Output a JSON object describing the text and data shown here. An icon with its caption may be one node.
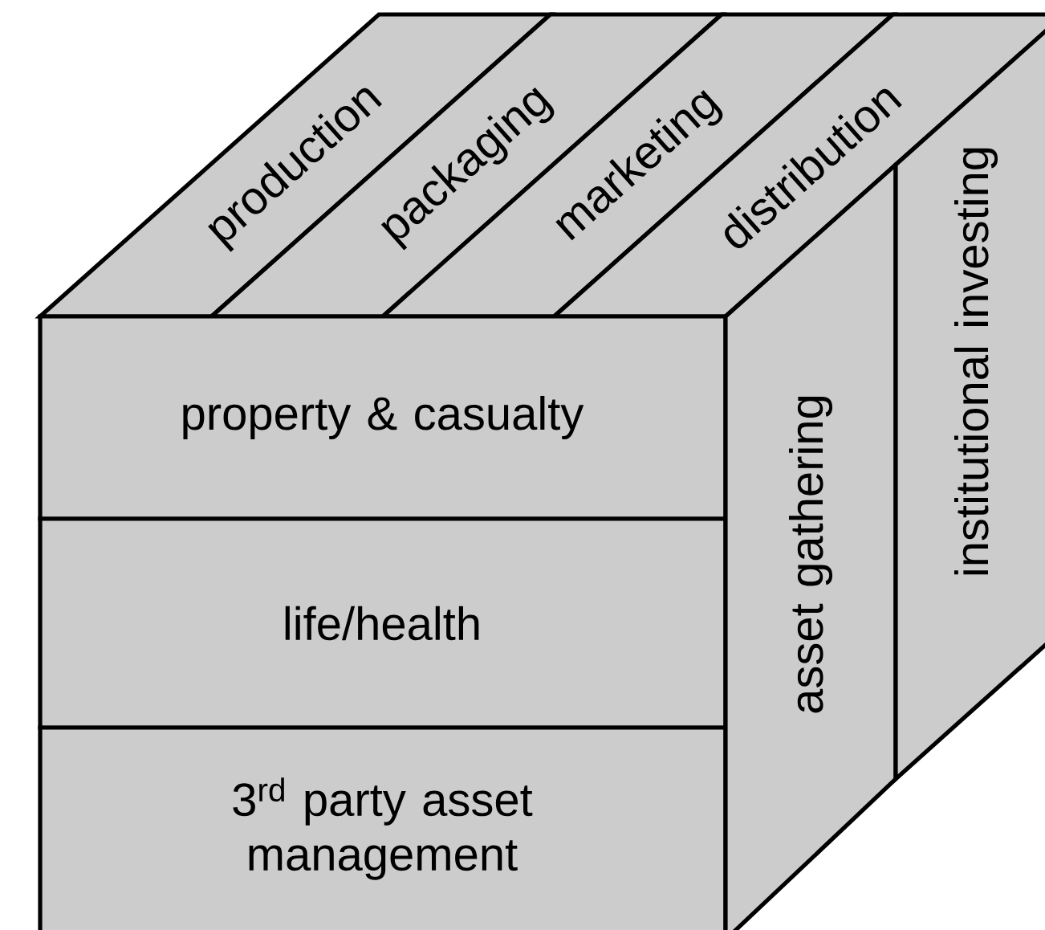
{
  "diagram": {
    "nodes": [
      {
        "text": [
          "production"
        ]
      },
      {
        "text": [
          "packaging"
        ]
      },
      {
        "text": [
          "marketing"
        ]
      },
      {
        "text": [
          "distribution"
        ]
      },
      {
        "text": [
          "property & casualty"
        ]
      },
      {
        "text": [
          "life/health"
        ]
      },
      {
        "text": [
          "3$^{rd}$ party asset management"
        ]
      },
      {
        "text": [
          "asset gathering"
        ]
      },
      {
        "text": [
          "institutional investing"
        ]
      }
    ]
  }
}
